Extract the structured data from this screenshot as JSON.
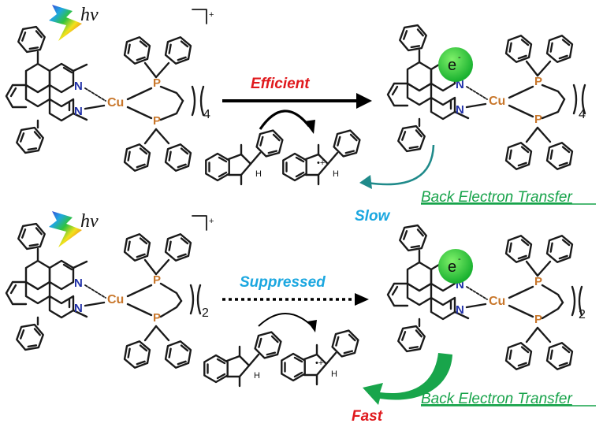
{
  "labels": {
    "hv_top": "hv",
    "hv_bottom": "hv",
    "efficient": "Efficient",
    "suppressed": "Suppressed",
    "slow": "Slow",
    "fast": "Fast",
    "bet_top": "Back Electron Transfer",
    "bet_bottom": "Back Electron Transfer",
    "charge": "+",
    "n_top_left": "4",
    "n_top_right": "4",
    "n_bottom_left": "2",
    "n_bottom_right": "2",
    "electron": "e",
    "electron_sup": "-"
  },
  "atoms": {
    "N": "N",
    "P": "P",
    "Cu": "Cu",
    "H": "H",
    "radical": "•+"
  },
  "colors": {
    "efficient": "#e0191d",
    "suppressed": "#1ba7e0",
    "slow": "#1ba7e0",
    "fast": "#e0191d",
    "bet_text": "#17a34a",
    "bet_arrow_top": "#1f8a8a",
    "bet_arrow_bottom": "#18a54b",
    "electron_ball": "#22c43a",
    "nitrogen": "#1f2fa8",
    "phosphorus": "#c8762a",
    "copper": "#c8762a"
  },
  "icons": {
    "light": "rainbow-lightning-icon",
    "electron": "electron-ball-icon"
  }
}
